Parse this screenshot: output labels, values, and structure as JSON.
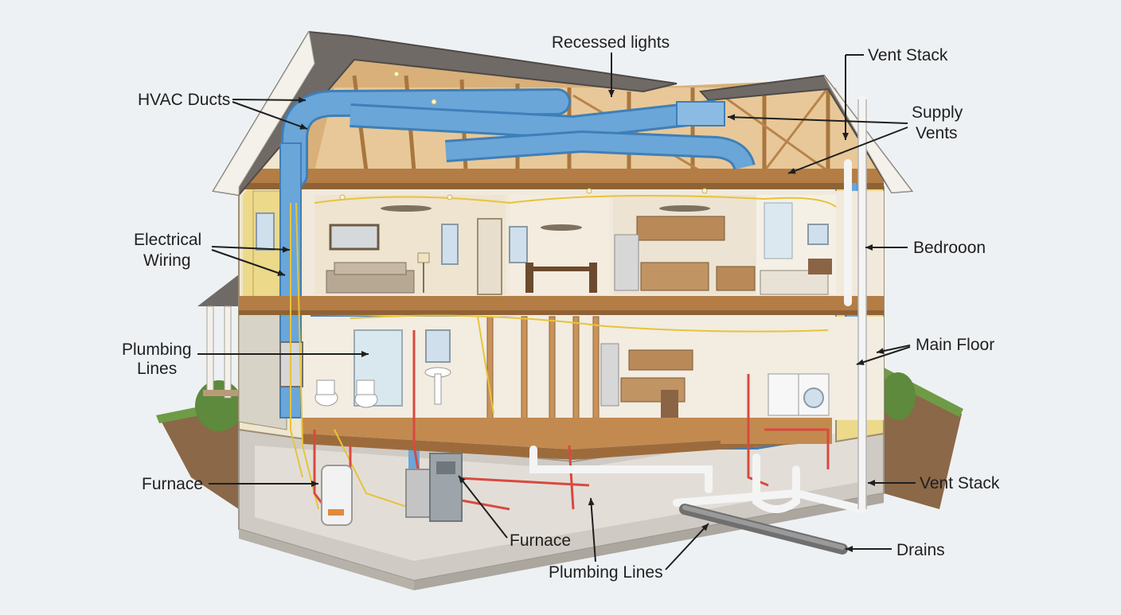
{
  "labels": {
    "recessed_lights": "Recessed lights",
    "hvac_ducts": "HVAC Ducts",
    "vent_stack_top": "Vent Stack",
    "supply_vents_1": "Supply",
    "supply_vents_2": "Vents",
    "electrical_1": "Electrical",
    "electrical_2": "Wiring",
    "bedroom": "Bedrooon",
    "plumbing_left_1": "Plumbing",
    "plumbing_left_2": "Lines",
    "main_floor": "Main Floor",
    "furnace_left": "Furnace",
    "vent_stack_bottom": "Vent Stack",
    "furnace_center": "Furnace",
    "drains": "Drains",
    "plumbing_bottom": "Plumbing Lines"
  },
  "colors": {
    "background": "#eef1f3",
    "duct": "#6aa6d8",
    "duct_edge": "#3f7fb8",
    "hot_pipe": "#d9493f",
    "wiring": "#e8c33a",
    "wood": "#c9935a",
    "roof": "#6f6a66",
    "insulation": "#ecd98a",
    "grass": "#6f9b46",
    "soil": "#8a6848",
    "concrete": "#cfcbc4"
  }
}
